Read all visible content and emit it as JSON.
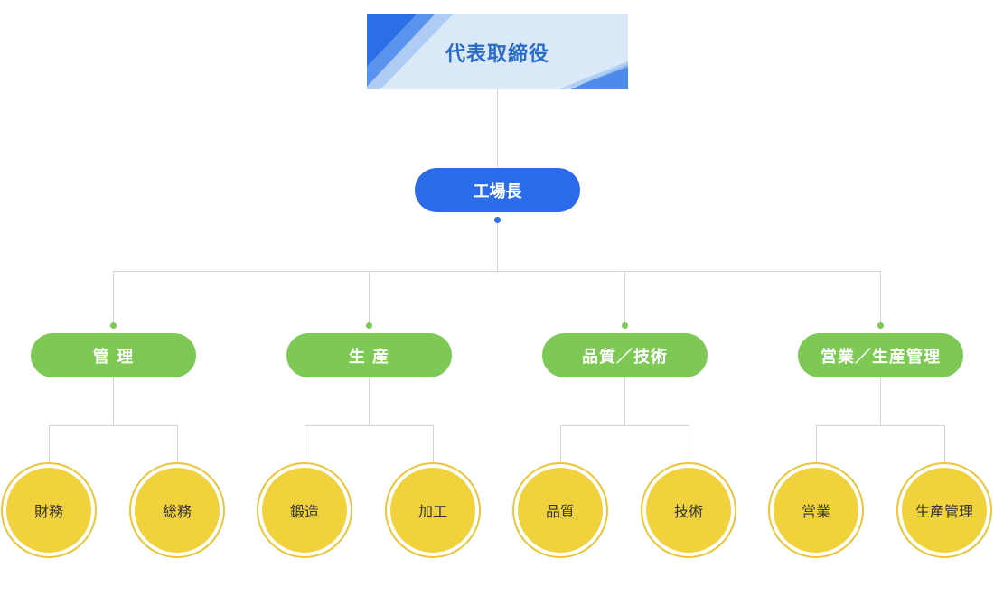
{
  "top": {
    "label": "代表取締役"
  },
  "second": {
    "label": "工場長"
  },
  "departments": [
    {
      "label": "管 理",
      "children": [
        "財務",
        "総務"
      ]
    },
    {
      "label": "生 産",
      "children": [
        "鍛造",
        "加工"
      ]
    },
    {
      "label": "品質／技術",
      "children": [
        "品質",
        "技術"
      ]
    },
    {
      "label": "営業／生産管理",
      "children": [
        "営業",
        "生産管理"
      ]
    }
  ],
  "colors": {
    "top_bg": "#dae8f8",
    "top_text": "#2a6cc8",
    "manager": "#2b6ae8",
    "department": "#7ec955",
    "unit_fill": "#f1d23c",
    "unit_ring": "#eac637",
    "connector": "#d4d4d4"
  }
}
